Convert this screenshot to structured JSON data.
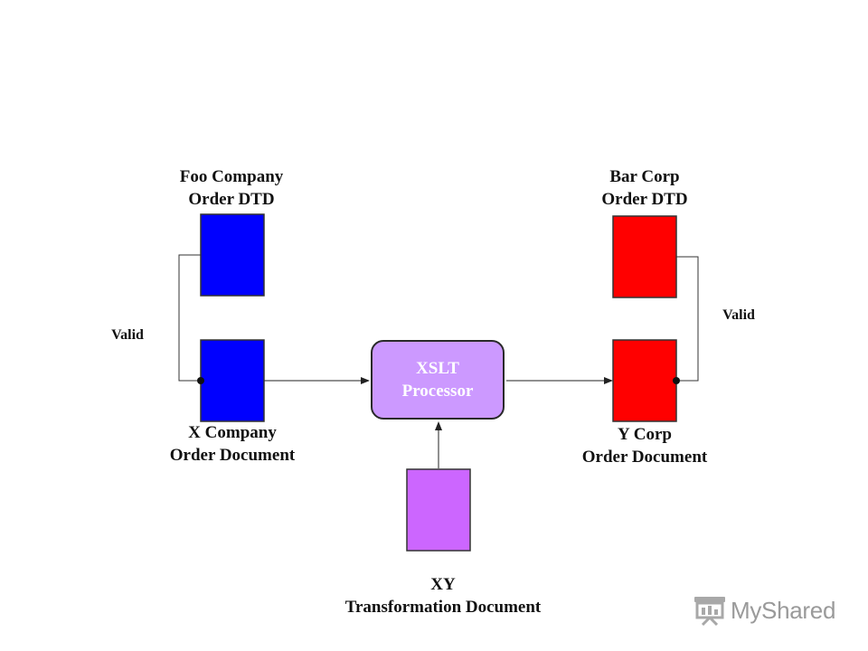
{
  "labels": {
    "foo_dtd": [
      "Foo Company",
      "Order DTD"
    ],
    "x_doc": [
      "X Company",
      "Order Document"
    ],
    "bar_dtd": [
      "Bar Corp",
      "Order DTD"
    ],
    "y_doc": [
      "Y Corp",
      "Order Document"
    ],
    "xy_doc": [
      "XY",
      "Transformation Document"
    ],
    "valid_left": "Valid",
    "valid_right": "Valid"
  },
  "processor": {
    "line1": "XSLT",
    "line2": "Processor"
  },
  "watermark": {
    "text": "MyShared",
    "icon": "presentation-board-icon"
  },
  "colors": {
    "blue_doc": "#0000ff",
    "red_doc": "#ff0000",
    "purple_doc": "#cc66ff",
    "processor_fill": "#cc99ff"
  }
}
